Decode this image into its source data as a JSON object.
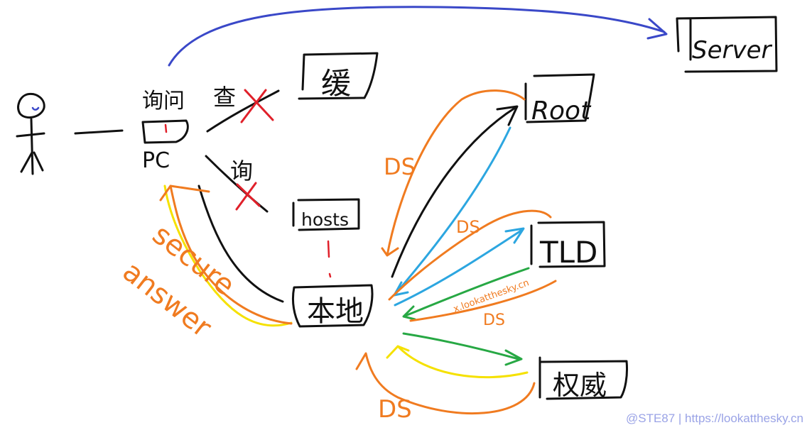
{
  "labels": {
    "server": "Server",
    "root": "Root",
    "tld": "TLD",
    "authoritative": "权威",
    "hosts": "hosts",
    "local": "本地",
    "pc": "PC",
    "ask": "询问",
    "cache": "缓",
    "check": "查",
    "query": "询"
  },
  "annotations": {
    "secure": "secure",
    "answer": "answer",
    "ds_root": "DS",
    "ds_tld": "DS",
    "ds_tld_low": "DS",
    "ds_auth": "DS",
    "signature": "x.lookatthesky.cn"
  },
  "watermark": "@STE87 | https://lookatthesky.cn",
  "colors": {
    "blue": "#3a48c8",
    "orange": "#f07b20",
    "yellow": "#f5e100",
    "green": "#27a844",
    "cyan": "#2ca6e0",
    "red": "#e0202a",
    "black": "#111111"
  }
}
